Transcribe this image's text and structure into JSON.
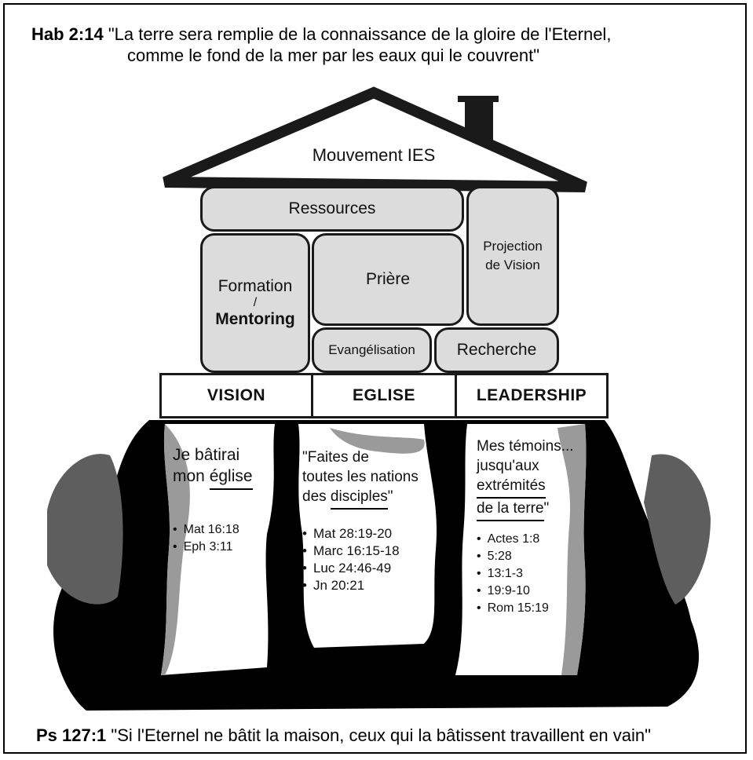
{
  "top_verse": {
    "ref": "Hab 2:14",
    "line1": "\"La terre sera remplie de la connaissance de la gloire de l'Eternel,",
    "line2": "comme le fond de la mer par les eaux qui le couvrent\""
  },
  "roof": {
    "title": "Mouvement IES"
  },
  "blocks": {
    "ressources": "Ressources",
    "projection": "Projection de Vision",
    "formation": "Formation",
    "formation_sep": "/",
    "mentoring": "Mentoring",
    "priere": "Prière",
    "evangelisation": "Evangélisation",
    "recherche": "Recherche"
  },
  "pillars": [
    {
      "label": "VISION"
    },
    {
      "label": "EGLISE"
    },
    {
      "label": "LEADERSHIP"
    }
  ],
  "columns": [
    {
      "line1": "Je bâtirai",
      "line2_plain": "mon ",
      "line2_under": "église",
      "refs": [
        "Mat 16:18",
        "Eph 3:11"
      ]
    },
    {
      "line1": "\"Faites de",
      "line2": "toutes les nations",
      "line3_plain": "des ",
      "line3_under": "disciples",
      "line3_end": "\"",
      "refs": [
        "Mat 28:19-20",
        "Marc 16:15-18",
        "Luc 24:46-49",
        "Jn 20:21"
      ]
    },
    {
      "line1": "Mes témoins...",
      "line2": "jusqu'aux",
      "line3_under": "extrémités",
      "line4_under": "de la terre",
      "line4_end": "\"",
      "refs": [
        "Actes 1:8",
        "5:28",
        "13:1-3",
        "19:9-10",
        "Rom 15:19"
      ]
    }
  ],
  "bottom_verse": {
    "ref": "Ps 127:1",
    "text": "\"Si l'Eternel ne bâtit la maison, ceux qui la bâtissent travaillent en vain\""
  },
  "colors": {
    "block_fill": "#dcdcdc",
    "outline": "#1a1a1a",
    "rock_dark": "#000000",
    "rock_gray": "#9a9a9a"
  }
}
